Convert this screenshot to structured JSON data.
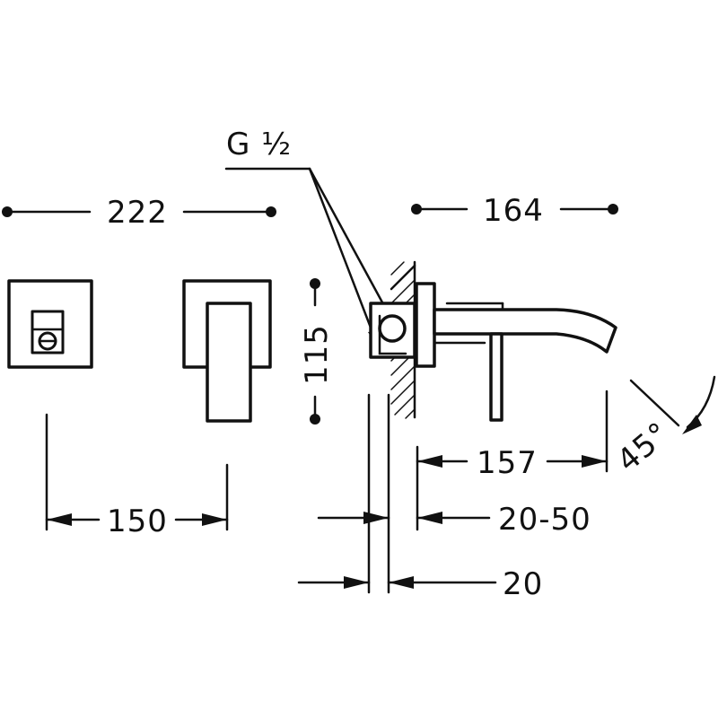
{
  "labels": {
    "thread": "G ½",
    "width_controls": "222",
    "spout_length_top": "164",
    "height": "115",
    "spacing": "150",
    "spout_projection": "157",
    "angle": "45°",
    "wall_adjust": "20-50",
    "plate_depth": "20"
  },
  "colors": {
    "ink": "#111111",
    "background": "#ffffff"
  }
}
